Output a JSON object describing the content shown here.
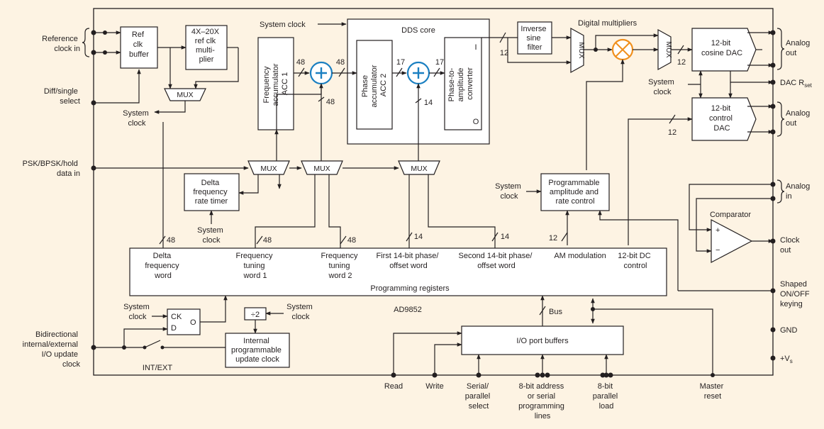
{
  "chip_name": "AD9852",
  "blocks": {
    "dds_core": "DDS core",
    "ref_clk_buffer": [
      "Ref",
      "clk",
      "buffer"
    ],
    "ref_clk_multiplier": [
      "4X–20X",
      "ref clk",
      "multi-",
      "plier"
    ],
    "mux": "MUX",
    "freq_accumulator": [
      "Frequency",
      "accumulator",
      "ACC 1"
    ],
    "phase_accumulator": [
      "Phase",
      "accumulator",
      "ACC 2"
    ],
    "phase_to_amplitude": [
      "Phase-to-",
      "amplitude",
      "converter"
    ],
    "pac_top": "I",
    "pac_bottom": "O",
    "inverse_sine": [
      "Inverse",
      "sine",
      "filter"
    ],
    "digital_multipliers": "Digital multipliers",
    "cosine_dac": [
      "12-bit",
      "cosine DAC"
    ],
    "control_dac": [
      "12-bit",
      "control",
      "DAC"
    ],
    "delta_rate_timer": [
      "Delta",
      "frequency",
      "rate timer"
    ],
    "prog_amplitude": [
      "Programmable",
      "amplitude and",
      "rate control"
    ],
    "comparator": "Comparator",
    "programming_registers": "Programming registers",
    "io_port_buffers": "I/O port buffers",
    "divider": "÷2",
    "internal_update_clock": [
      "Internal",
      "programmable",
      "update clock"
    ],
    "ck": "CK",
    "d": "D",
    "o": "O",
    "bus": "Bus",
    "int_ext": "INT/EXT",
    "system_clock": "System clock",
    "system_clock_2line": [
      "System",
      "clock"
    ]
  },
  "bus_widths": {
    "b48": "48",
    "b17": "17",
    "b14": "14",
    "b12": "12"
  },
  "registers": [
    [
      "Delta",
      "frequency",
      "word"
    ],
    [
      "Frequency",
      "tuning",
      "word 1"
    ],
    [
      "Frequency",
      "tuning",
      "word 2"
    ],
    [
      "First 14-bit phase/",
      "offset word"
    ],
    [
      "Second 14-bit phase/",
      "offset word"
    ],
    [
      "AM modulation"
    ],
    [
      "12-bit DC",
      "control"
    ]
  ],
  "pins_left": {
    "ref_clock_in": [
      "Reference",
      "clock in"
    ],
    "diff_single": [
      "Diff/single",
      "select"
    ],
    "psk_data": [
      "PSK/BPSK/hold",
      "data in"
    ],
    "update_clock": [
      "Bidirectional",
      "internal/external",
      "I/O update",
      "clock"
    ]
  },
  "pins_right": {
    "analog_out": [
      "Analog",
      "out"
    ],
    "dac_rset": "DAC R",
    "dac_rset_sub": "set",
    "analog_in": [
      "Analog",
      "in"
    ],
    "clock_out": [
      "Clock",
      "out"
    ],
    "shaped_keying": [
      "Shaped",
      "ON/OFF",
      "keying"
    ],
    "gnd": "GND",
    "vs": "+V",
    "vs_sub": "s"
  },
  "pins_bottom": {
    "read": "Read",
    "write": "Write",
    "serial_parallel": [
      "Serial/",
      "parallel",
      "select"
    ],
    "address_lines": [
      "8-bit address",
      "or serial",
      "programming",
      "lines"
    ],
    "parallel_load": [
      "8-bit",
      "parallel",
      "load"
    ],
    "master_reset": [
      "Master",
      "reset"
    ]
  },
  "colors": {
    "background": "#fdf3e3",
    "adder_blue": "#1a7fc1",
    "multiplier_orange": "#f0901e",
    "line": "#231f20"
  }
}
